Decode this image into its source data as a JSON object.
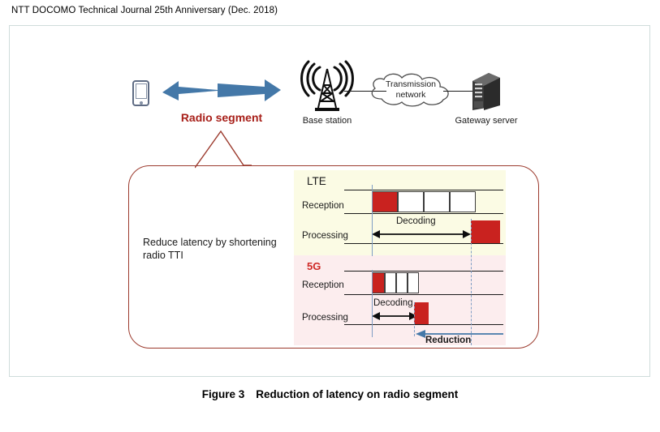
{
  "header": {
    "text": "NTT DOCOMO Technical Journal 25th Anniversary (Dec. 2018)"
  },
  "caption": {
    "number": "Figure 3",
    "title": "Reduction of latency on radio segment"
  },
  "colors": {
    "accent_red": "#a8201a",
    "block_red": "#c9221f",
    "arrow_blue": "#4478a8",
    "guide_blue": "#7f9dc4",
    "callout_border": "#9c3b2e",
    "lte_panel_bg": "#fbfbe4",
    "fiveg_panel_bg": "#fcedee",
    "frame_border": "#cfdcdb",
    "device_grey": "#5f6c84"
  },
  "network": {
    "device": {
      "icon": "smartphone-icon"
    },
    "radio_segment": {
      "label": "Radio segment",
      "icon": "double-headed-zigzag-arrow-icon"
    },
    "base_station": {
      "label": "Base station",
      "icon": "cell-tower-icon"
    },
    "transmission_network": {
      "label_line1": "Transmission",
      "label_line2": "network",
      "icon": "cloud-icon"
    },
    "gateway_server": {
      "label": "Gateway server",
      "icon": "server-rack-icon"
    }
  },
  "callout": {
    "text_line1": "Reduce latency by shortening",
    "text_line2": "radio TTI"
  },
  "panels": [
    {
      "id": "lte",
      "title": "LTE",
      "rows": [
        {
          "label": "Reception"
        },
        {
          "label": "Processing"
        }
      ],
      "decoding_label": "Decoding"
    },
    {
      "id": "5g",
      "title": "5G",
      "rows": [
        {
          "label": "Reception"
        },
        {
          "label": "Processing"
        }
      ],
      "decoding_label": "Decoding",
      "reduction_label": "Reduction"
    }
  ],
  "chart_data": {
    "type": "table",
    "title": "Reduction of latency on radio segment",
    "description": "Timing comparison of LTE versus 5G radio TTI showing reception slots and decoding/processing latency",
    "series": [
      {
        "name": "LTE",
        "reception_slots": 4,
        "reception_filled_slots": 1,
        "slot_width_units": 4,
        "decoding_duration_units": 10,
        "processing_block_units": 3,
        "total_latency_units": 13
      },
      {
        "name": "5G",
        "reception_slots": 4,
        "reception_filled_slots": 1,
        "slot_width_units": 1.6,
        "decoding_duration_units": 4,
        "processing_block_units": 1.6,
        "total_latency_units": 5.6
      }
    ],
    "annotations": [
      "Decoding",
      "Reduction"
    ],
    "legend": [
      "LTE",
      "5G"
    ]
  }
}
